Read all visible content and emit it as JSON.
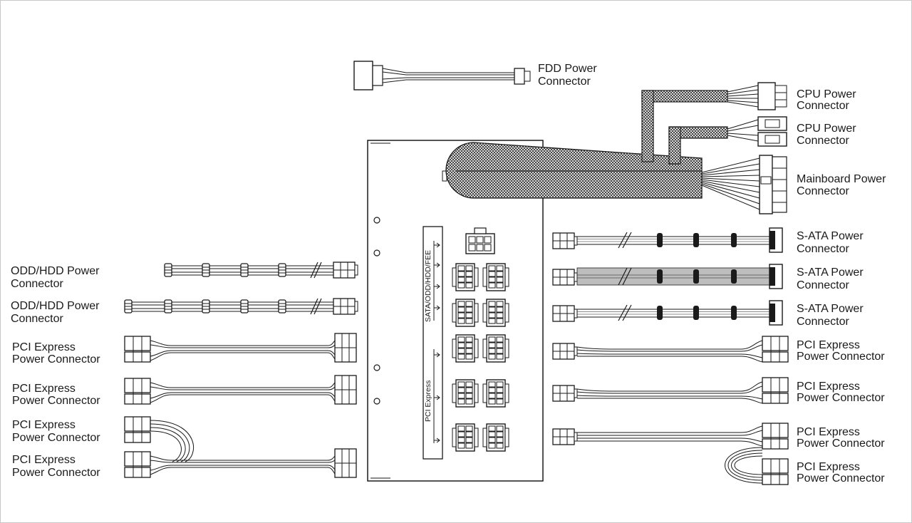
{
  "labels": {
    "fdd": [
      "FDD Power",
      "Connector"
    ],
    "cpu1": [
      "CPU Power",
      "Connector"
    ],
    "cpu2": [
      "CPU Power",
      "Connector"
    ],
    "mainboard": [
      "Mainboard Power",
      "Connector"
    ],
    "sata1": [
      "S-ATA Power",
      "Connector"
    ],
    "sata2": [
      "S-ATA Power",
      "Connector"
    ],
    "sata3": [
      "S-ATA Power",
      "Connector"
    ],
    "pcie_r1": [
      "PCI Express",
      "Power Connector"
    ],
    "pcie_r2": [
      "PCI Express",
      "Power Connector"
    ],
    "pcie_r3": [
      "PCI Express",
      "Power Connector"
    ],
    "pcie_r4": [
      "PCI Express",
      "Power Connector"
    ],
    "odd1": [
      "ODD/HDD Power",
      "Connector"
    ],
    "odd2": [
      "ODD/HDD Power",
      "Connector"
    ],
    "pcie_l1": [
      "PCI Express",
      "Power Connector"
    ],
    "pcie_l2": [
      "PCI Express",
      "Power Connector"
    ],
    "pcie_l3": [
      "PCI Express",
      "Power Connector"
    ],
    "pcie_l4": [
      "PCI Express",
      "Power Connector"
    ]
  },
  "panel": {
    "sata_group": "SATA/ODD/HDD/FEE",
    "pcie_group": "PCI Express"
  },
  "colors": {
    "line": "#1a1a1a",
    "sleeve_gray": "#bdbdbd",
    "background": "#ffffff"
  }
}
